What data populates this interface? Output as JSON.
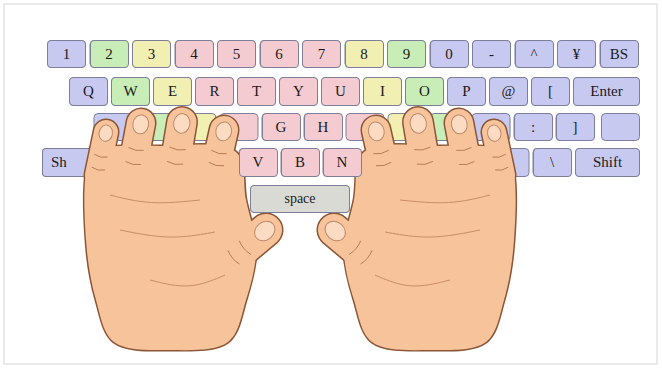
{
  "diagram": {
    "nodes": [
      {
        "text": [
          "1"
        ]
      },
      {
        "text": [
          "2"
        ]
      },
      {
        "text": [
          "3"
        ]
      },
      {
        "text": [
          "4"
        ]
      },
      {
        "text": [
          "5"
        ]
      },
      {
        "text": [
          "6"
        ]
      },
      {
        "text": [
          "7"
        ]
      },
      {
        "text": [
          "8"
        ]
      },
      {
        "text": [
          "9"
        ]
      },
      {
        "text": [
          "0"
        ]
      },
      {
        "text": [
          "-"
        ]
      },
      {
        "text": [
          "^"
        ]
      },
      {
        "text": [
          "¥"
        ]
      },
      {
        "text": [
          "BS"
        ]
      },
      {
        "text": [
          "Q"
        ]
      },
      {
        "text": [
          "W"
        ]
      },
      {
        "text": [
          "E"
        ]
      },
      {
        "text": [
          "R"
        ]
      },
      {
        "text": [
          "T"
        ]
      },
      {
        "text": [
          "Y"
        ]
      },
      {
        "text": [
          "U"
        ]
      },
      {
        "text": [
          "I"
        ]
      },
      {
        "text": [
          "O"
        ]
      },
      {
        "text": [
          "P"
        ]
      },
      {
        "text": [
          "@"
        ]
      },
      {
        "text": [
          "["
        ]
      },
      {
        "text": [
          "Enter"
        ]
      },
      {
        "text": [
          "G"
        ]
      },
      {
        "text": [
          "H"
        ]
      },
      {
        "text": [
          ":"
        ]
      },
      {
        "text": [
          "]"
        ]
      },
      {
        "text": [
          "Sh"
        ]
      },
      {
        "text": [
          "V"
        ]
      },
      {
        "text": [
          "B"
        ]
      },
      {
        "text": [
          "N"
        ]
      },
      {
        "text": [
          "\\"
        ]
      },
      {
        "text": [
          "Shift"
        ]
      },
      {
        "text": [
          "space"
        ]
      }
    ]
  }
}
